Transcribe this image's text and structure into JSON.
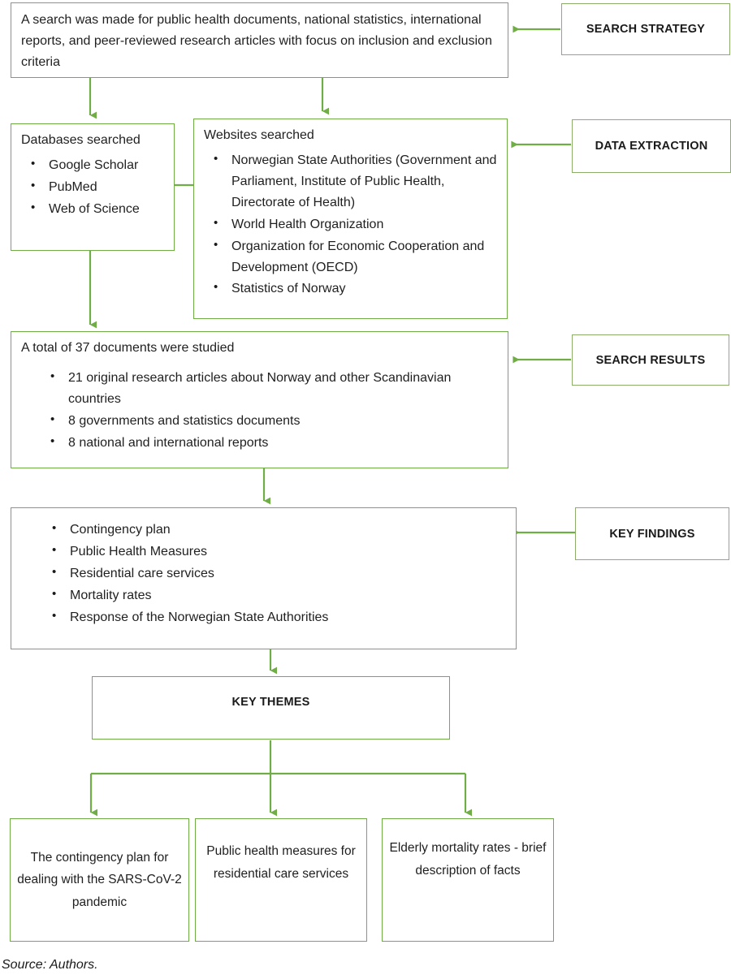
{
  "figure": {
    "source_note": "Source: Authors.",
    "accent_color": "#70ad47",
    "label_border_color": "#8cae6a",
    "text_color": "#1f1f1f"
  },
  "labels": {
    "search_strategy": "SEARCH STRATEGY",
    "data_extraction": "DATA EXTRACTION",
    "search_results": "SEARCH RESULTS",
    "key_findings": "KEY FINDINGS"
  },
  "nodes": {
    "search_statement": {
      "text": "A search was made for public health documents, national statistics, international reports, and peer-reviewed research articles with focus on inclusion and exclusion criteria"
    },
    "databases": {
      "heading": "Databases searched",
      "items": [
        "Google Scholar",
        "PubMed",
        "Web of Science"
      ]
    },
    "websites": {
      "heading": "Websites searched",
      "items": [
        "Norwegian State Authorities (Government and Parliament, Institute of Public Health, Directorate of Health)",
        "World Health Organization",
        "Organization for Economic Cooperation and Development (OECD)",
        "Statistics of Norway"
      ]
    },
    "results": {
      "heading": "A total of 37 documents were studied",
      "items": [
        "21 original research articles about Norway and other Scandinavian countries",
        "8 governments and statistics documents",
        "8 national and international reports"
      ]
    },
    "findings": {
      "items": [
        "Contingency plan",
        "Public Health Measures",
        "Residential care services",
        "Mortality rates",
        "Response of the Norwegian State Authorities"
      ]
    },
    "key_themes": {
      "title": "KEY THEMES"
    },
    "themes": [
      {
        "text": "The contingency plan for dealing with the SARS-CoV-2 pandemic"
      },
      {
        "text": "Public health measures for residential care services"
      },
      {
        "text": "Elderly mortality rates - brief description of facts"
      }
    ]
  }
}
